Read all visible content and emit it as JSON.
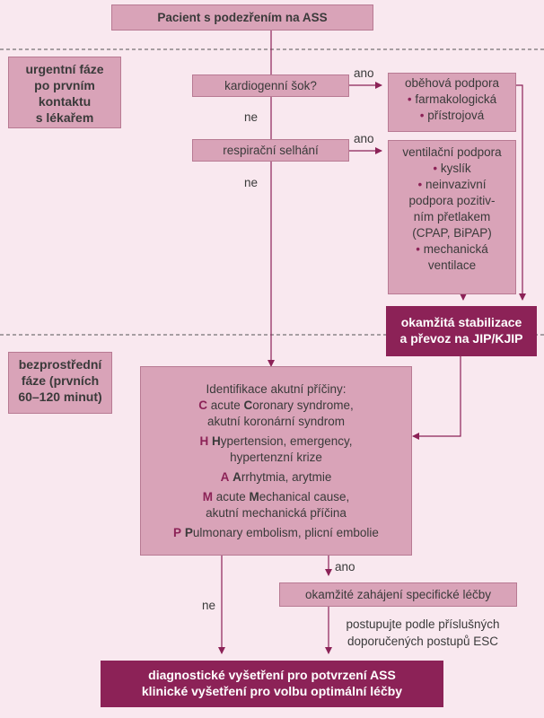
{
  "start": "Pacient s podezřením na ASS",
  "phases": {
    "urgent": [
      "urgentní fáze",
      "po prvním",
      "kontaktu",
      "s lékařem"
    ],
    "immediate": [
      "bezprostřední",
      "fáze (prvních",
      "60–120 minut)"
    ]
  },
  "decisions": {
    "shock": "kardiogenní šok?",
    "resp": "respirační selhání",
    "yes": "ano",
    "no": "ne"
  },
  "circulatory": {
    "title": "oběhová podpora",
    "items": [
      "farmakologická",
      "přístrojová"
    ]
  },
  "ventilation": {
    "title": "ventilační podpora",
    "items": [
      "kyslík",
      "neinvazivní podpora pozitiv-ním přetlakem (CPAP, BiPAP)",
      "mechanická ventilace"
    ],
    "lines": [
      "kyslík",
      "neinvazivní",
      "podpora pozitiv-",
      "ním přetlakem",
      "(CPAP, BiPAP)",
      "mechanická",
      "ventilace"
    ]
  },
  "stabilization": [
    "okamžitá stabilizace",
    "a převoz na JIP/KJIP"
  ],
  "identification": {
    "title": "Identifikace akutní příčiny:",
    "causes": [
      {
        "letter": "C",
        "line1_pre": "acute ",
        "line1_bold": "C",
        "line1_post": "oronary syndrome,",
        "line2": "akutní koronární syndrom"
      },
      {
        "letter": "H",
        "line1_pre": "",
        "line1_bold": "H",
        "line1_post": "ypertension, emergency,",
        "line2": "hypertenzní krize"
      },
      {
        "letter": "A",
        "line1_pre": "",
        "line1_bold": "A",
        "line1_post": "rrhytmia, arytmie",
        "line2": ""
      },
      {
        "letter": "M",
        "line1_pre": "acute ",
        "line1_bold": "M",
        "line1_post": "echanical cause,",
        "line2": "akutní mechanická příčina"
      },
      {
        "letter": "P",
        "line1_pre": "",
        "line1_bold": "P",
        "line1_post": "ulmonary embolism, plicní embolie",
        "line2": ""
      }
    ]
  },
  "specific": "okamžité zahájení specifické léčby",
  "guideline": [
    "postupujte podle příslušných",
    "doporučených postupů ESC"
  ],
  "final": [
    "diagnostické vyšetření pro potvrzení ASS",
    "klinické vyšetření pro volbu optimální léčby"
  ],
  "colors": {
    "background": "#f9e8ef",
    "box": "#d9a3b8",
    "dark": "#8c2257",
    "line": "#8c2257"
  }
}
